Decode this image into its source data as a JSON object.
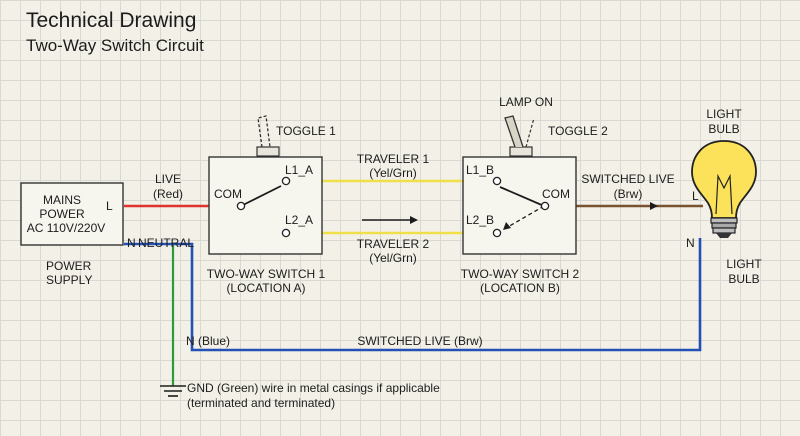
{
  "title": "Technical Drawing",
  "subtitle": "Two-Way Switch Circuit",
  "mains": {
    "line1": "MAINS",
    "line2": "POWER",
    "line3": "AC 110V/220V",
    "terminal_l": "L",
    "terminal_n": "N",
    "neutral_label": "NEUTRAL",
    "caption_line1": "POWER",
    "caption_line2": "SUPPLY"
  },
  "live_label": {
    "line1": "LIVE",
    "line2": "(Red)"
  },
  "switch1": {
    "toggle_label": "TOGGLE 1",
    "com": "COM",
    "l1": "L1_A",
    "l2": "L2_A",
    "caption_line1": "TWO-WAY SWITCH 1",
    "caption_line2": "(LOCATION A)"
  },
  "switch2": {
    "toggle_label": "TOGGLE 2",
    "com": "COM",
    "l1": "L1_B",
    "l2": "L2_B",
    "caption_line1": "TWO-WAY SWITCH 2",
    "caption_line2": "(LOCATION B)"
  },
  "traveler1": {
    "line1": "TRAVELER 1",
    "line2": "(Yel/Grn)"
  },
  "traveler2": {
    "line1": "TRAVELER 2",
    "line2": "(Yel/Grn)"
  },
  "lamp_on": "LAMP ON",
  "switched_live_top": {
    "line1": "SWITCHED LIVE",
    "line2": "(Brw)"
  },
  "bulb": {
    "top_line1": "LIGHT",
    "top_line2": "BULB",
    "terminal_l": "L",
    "terminal_n": "N",
    "side_line1": "LIGHT",
    "side_line2": "BULB"
  },
  "neutral_bottom": "N (Blue)",
  "switched_live_bottom": "SWITCHED LIVE (Brw)",
  "ground_note": {
    "line1": "GND (Green) wire in metal casings if applicable",
    "line2": "(terminated and terminated)"
  },
  "colors": {
    "live": "#e0322f",
    "traveler": "#efe04a",
    "neutral": "#2350b5",
    "switched_live": "#7a5230",
    "ground": "#2f9a3c",
    "bulb_glass": "#fbe25a"
  }
}
